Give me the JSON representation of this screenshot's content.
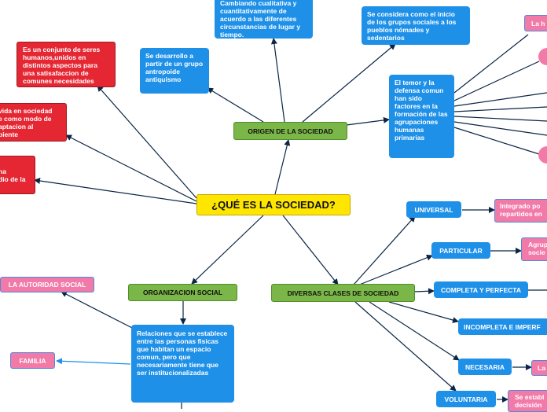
{
  "central": {
    "label": "¿QUÉ ES LA SOCIEDAD?"
  },
  "branches": {
    "origen": "ORIGEN DE LA SOCIEDAD",
    "organizacion": "ORGANIZACION SOCIAL",
    "clases": "DIVERSAS CLASES DE SOCIEDAD"
  },
  "origen_children": {
    "cuantitativo": "Cambiando cualitativa y cuantitativamente de acuerdo a las diferentes circunstancias de lugar y tiempo.",
    "grupos": "Se considera como el inicio de los grupos sociales a los pueblos nómades y sedentarios",
    "antropoide": "Se desarrollo a partir de un grupo antropoide antiquismo",
    "temor": "El temor y la defensa comun han sido factores en la formación de las agrupaciones humanas primarias"
  },
  "definitions": {
    "conjunto": "Es un conjunto de seres humanos,unidos en distintos aspectos para una satisafaccion de comunes necesidades",
    "vida": "vida en sociedad\ne como modo de\naptacion al\nbiente",
    "na": "na\ndio de la"
  },
  "organizacion_children": {
    "relaciones": "Relaciones que se establece entre las personas fisicas que habitan un espacio comun, pero que necesariamente tiene que ser institucionalizadas",
    "autoridad": "LA AUTORIDAD SOCIAL",
    "familia": "FAMILIA"
  },
  "clases_children": {
    "universal": "UNIVERSAL",
    "particular": "PARTICULAR",
    "completa": "COMPLETA Y PERFECTA",
    "incompleta": "INCOMPLETA E IMPERF",
    "necesaria": "NECESARIA",
    "voluntaria": "VOLUNTARIA"
  },
  "clases_details": {
    "integrado": "Integrado po\nrepartidos en",
    "agrup": "Agrup\nsocie",
    "la_n": "La",
    "se_estab": "Se establ\ndecisión"
  },
  "top_right": {
    "label": "La h"
  },
  "colors": {
    "central": "#ffe600",
    "green": "#7ab648",
    "blue": "#1e90e8",
    "red": "#e52733",
    "pink": "#f27aa8",
    "line": "#0b2545"
  }
}
